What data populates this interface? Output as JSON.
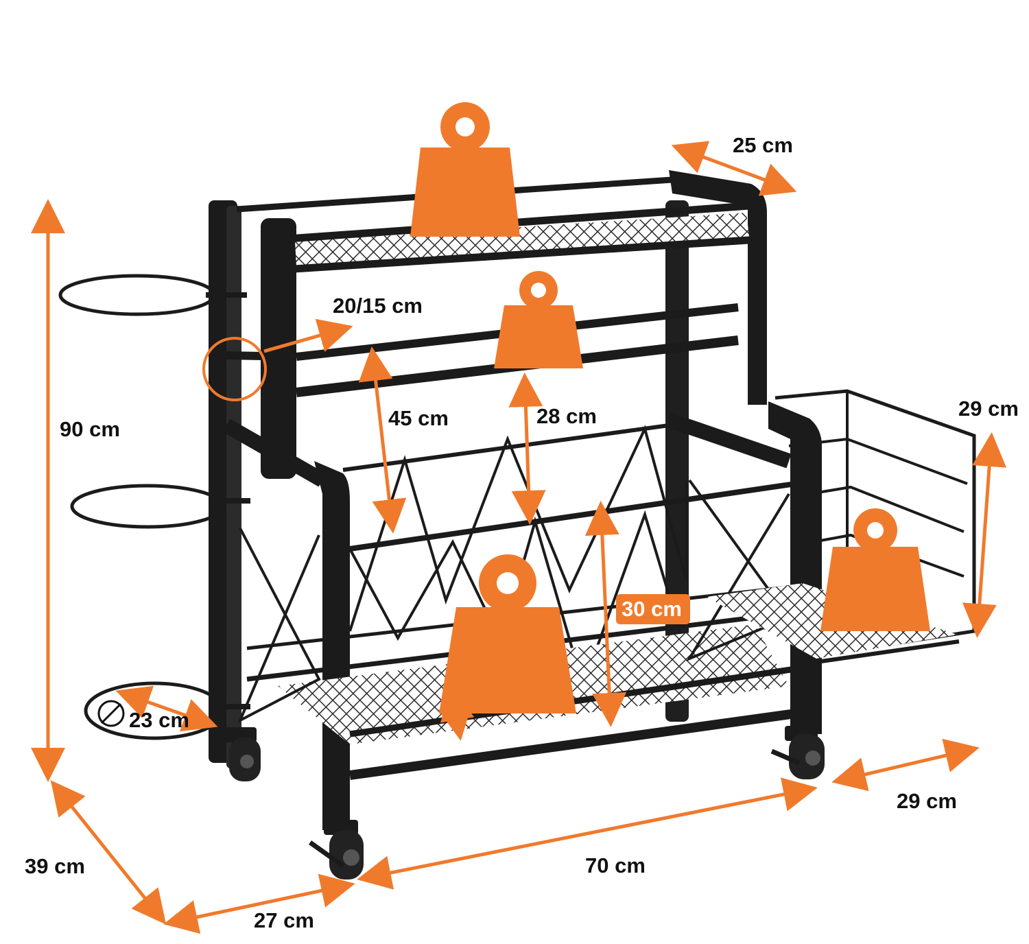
{
  "colors": {
    "accent": "#f07a2c",
    "frame": "#1b1b1b",
    "mesh": "#3a3a3a",
    "background": "#ffffff",
    "label_text": "#111111"
  },
  "dimensions": {
    "height_total": "90 cm",
    "depth_base": "39 cm",
    "base_side": "27 cm",
    "width_total": "70 cm",
    "basket_depth": "29 cm",
    "basket_height": "29 cm",
    "top_shelf_depth": "25 cm",
    "adjustable_height": "20/15 cm",
    "middle_gap": "45 cm",
    "shelf_gap": "28 cm",
    "bottom_gap": "30 cm",
    "ring_diameter": "23 cm"
  },
  "icons": {
    "load": "weight-icon",
    "diameter": "diameter-icon",
    "highlight": "adjust-highlight-circle"
  }
}
